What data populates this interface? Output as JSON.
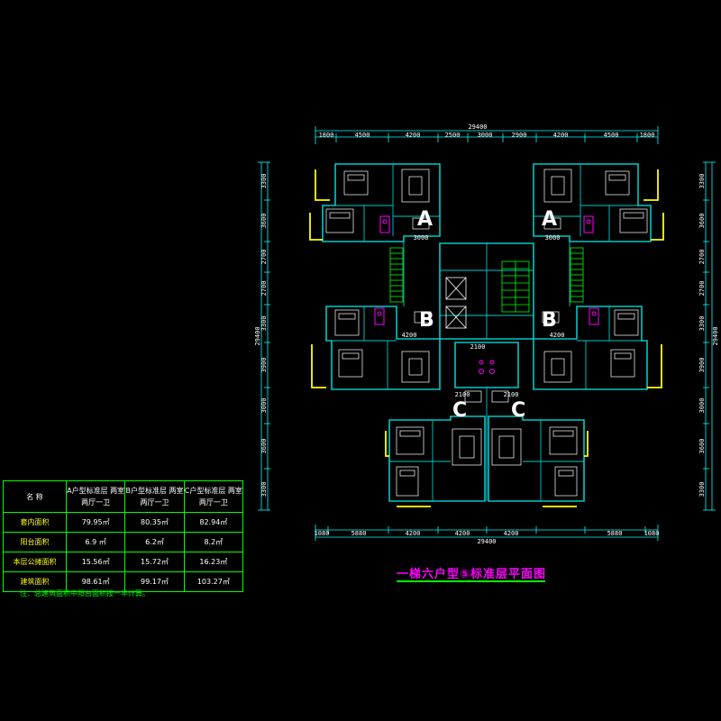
{
  "title": "一梯六户型⑤标准层平面图",
  "units": {
    "a_left": "A",
    "a_right": "A",
    "b_left": "B",
    "b_right": "B",
    "c_left": "C",
    "c_right": "C"
  },
  "dims": {
    "top_total": "29400",
    "top_segments": [
      "1800",
      "4500",
      "4200",
      "2500",
      "3000",
      "2900",
      "4200",
      "4500",
      "1800"
    ],
    "bottom_total": "29400",
    "bottom_segments": [
      "1080",
      "5880",
      "4200",
      "4200",
      "4200",
      "5880",
      "1080"
    ],
    "core_width": "2100",
    "core_sub": [
      "2100",
      "2100"
    ],
    "left_segments": [
      "3300",
      "3600",
      "2700",
      "2700",
      "3300",
      "3900",
      "3000",
      "3600",
      "3300"
    ],
    "right_segments": [
      "3300",
      "3600",
      "2700",
      "2700",
      "3300",
      "3900",
      "3000",
      "3600",
      "3300"
    ],
    "side_total": "29400",
    "inner": [
      "4200",
      "4200",
      "3000",
      "3000"
    ]
  },
  "table": {
    "header": [
      "名 称",
      "A户型标准层 两室两厅一卫",
      "B户型标准层 两室两厅一卫",
      "C户型标准层 两室两厅一卫"
    ],
    "rows": [
      [
        "套内面积",
        "79.95㎡",
        "80.35㎡",
        "82.94㎡"
      ],
      [
        "阳台面积",
        "6.9 ㎡",
        "6.2㎡",
        "8.2㎡"
      ],
      [
        "本层公摊面积",
        "15.56㎡",
        "15.72㎡",
        "16.23㎡"
      ],
      [
        "建筑面积",
        "98.61㎡",
        "99.17㎡",
        "103.27㎡"
      ]
    ]
  },
  "note": "注：总建筑面积中阳台面积按一半计算。",
  "colors": {
    "background": "#000000",
    "dimension": "#00ffff",
    "wall": "#00c8c8",
    "balcony": "#ffff00",
    "stair": "#00ff00",
    "fixture": "#ff00ff",
    "furniture": "#ffffff",
    "title": "#ff00ff"
  }
}
